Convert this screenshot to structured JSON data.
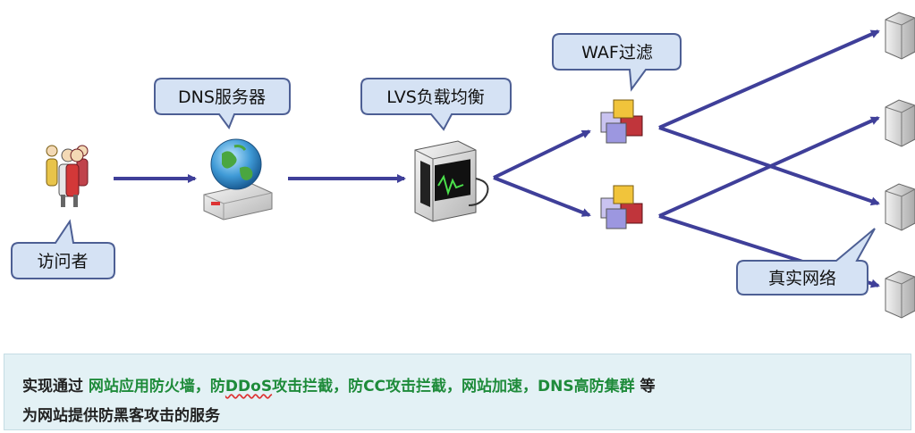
{
  "labels": {
    "dns": "DNS服务器",
    "lvs": "LVS负载均衡",
    "waf": "WAF过滤",
    "visitor": "访问者",
    "real_network": "真实网络"
  },
  "caption": {
    "line1_prefix": "实现通过 ",
    "line1_h1": "网站应用防火墙，防",
    "line1_ddos": "DDoS",
    "line1_h2": "攻击拦截，防CC攻击拦截，网站加速，DNS高防集群",
    "line1_suffix": " 等",
    "line2": "为网站提供防黑客攻击的服务"
  },
  "colors": {
    "arrow": "#3f3f99",
    "callout_fill": "#d5e2f4",
    "callout_stroke": "#4d5f94",
    "caption_bg": "#e3f1f5",
    "highlight": "#1e8b3a"
  },
  "icons": [
    "people-icon",
    "globe-server-icon",
    "monitor-icon",
    "cubes-icon",
    "server-tower-icon"
  ]
}
